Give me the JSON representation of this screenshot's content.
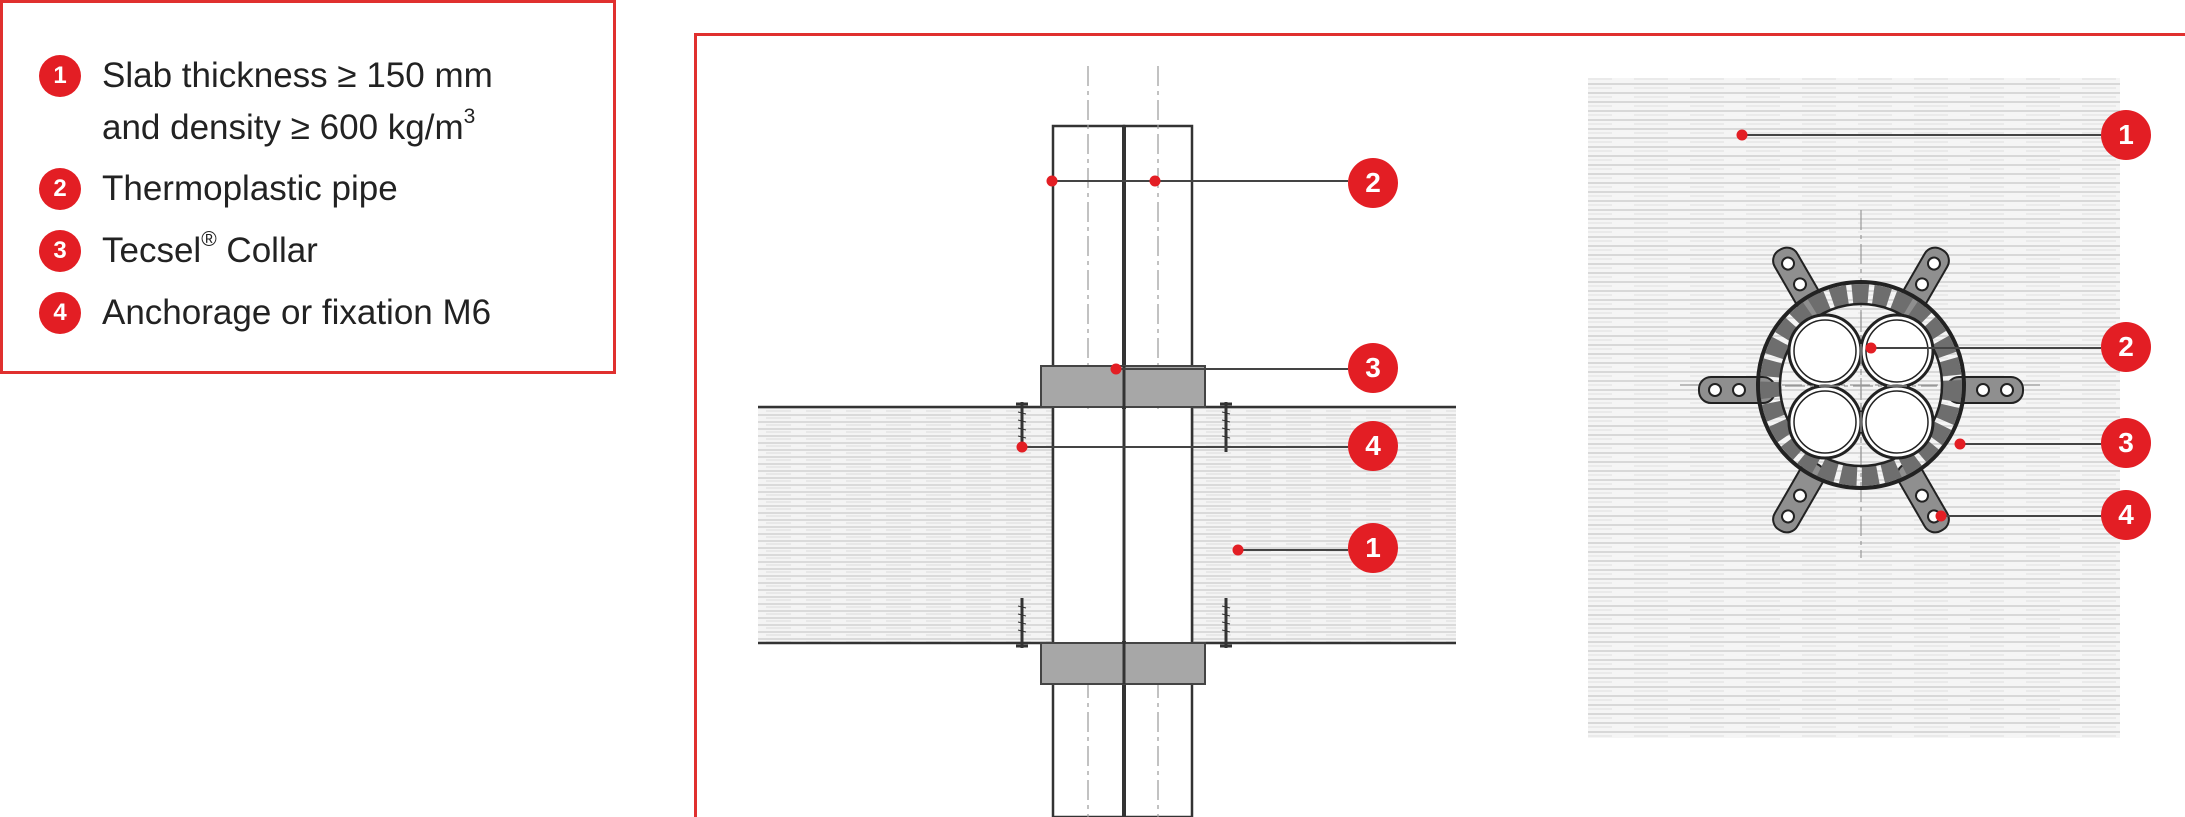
{
  "legend": {
    "items": [
      {
        "number": "1",
        "lines": [
          "Slab thickness ≥ 150 mm",
          "and density ≥ 600 kg/m"
        ],
        "sup": "3"
      },
      {
        "number": "2",
        "lines": [
          "Thermoplastic pipe"
        ],
        "sup": ""
      },
      {
        "number": "3",
        "lines": [
          "Tecsel"
        ],
        "sup": "®",
        "suffix": " Collar"
      },
      {
        "number": "4",
        "lines": [
          "Anchorage or fixation M6"
        ],
        "sup": ""
      }
    ]
  },
  "callouts": {
    "section": [
      "2",
      "3",
      "4",
      "1"
    ],
    "plan": [
      "1",
      "2",
      "3",
      "4"
    ]
  },
  "colors": {
    "accent": "#e31e24",
    "border": "#e0302f",
    "slab_hatch": "#d9d9d9",
    "collar": "#a9a9a9"
  }
}
